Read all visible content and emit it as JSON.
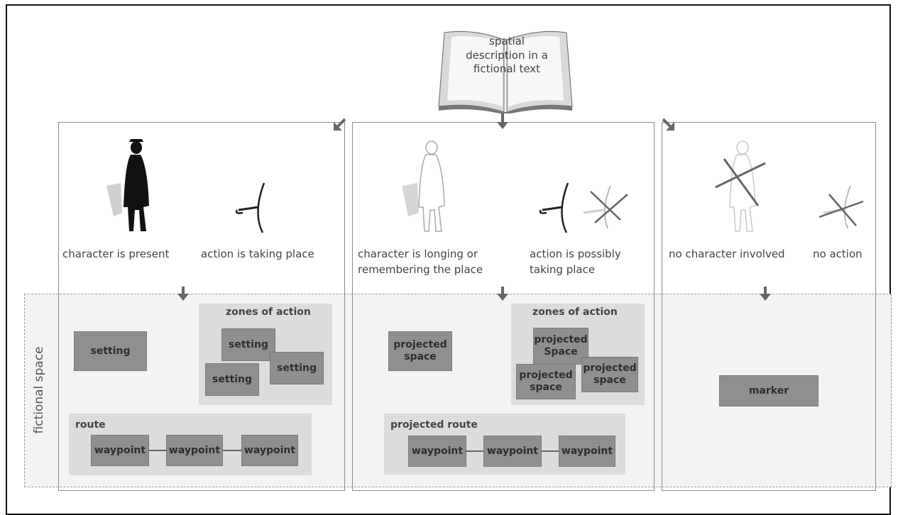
{
  "source": {
    "text": "spatial description in a fictional text"
  },
  "fictional_space_label": "fictional space",
  "columns": [
    {
      "labels": [
        "character is present",
        "action is taking place"
      ],
      "zones_title": "zones of action",
      "main_box": "setting",
      "zone_boxes": [
        "setting",
        "setting",
        "setting"
      ],
      "route_title": "route",
      "waypoints": [
        "waypoint",
        "waypoint",
        "waypoint"
      ]
    },
    {
      "labels": [
        "character is longing or\nremembering the place",
        "action is possibly\ntaking place"
      ],
      "zones_title": "zones of action",
      "main_box": "projected\nspace",
      "zone_boxes": [
        "projected\nSpace",
        "projected\nspace",
        "projected\nspace"
      ],
      "route_title": "projected route",
      "waypoints": [
        "waypoint",
        "waypoint",
        "waypoint"
      ]
    },
    {
      "labels": [
        "no character involved",
        "no action"
      ],
      "marker": "marker"
    }
  ]
}
